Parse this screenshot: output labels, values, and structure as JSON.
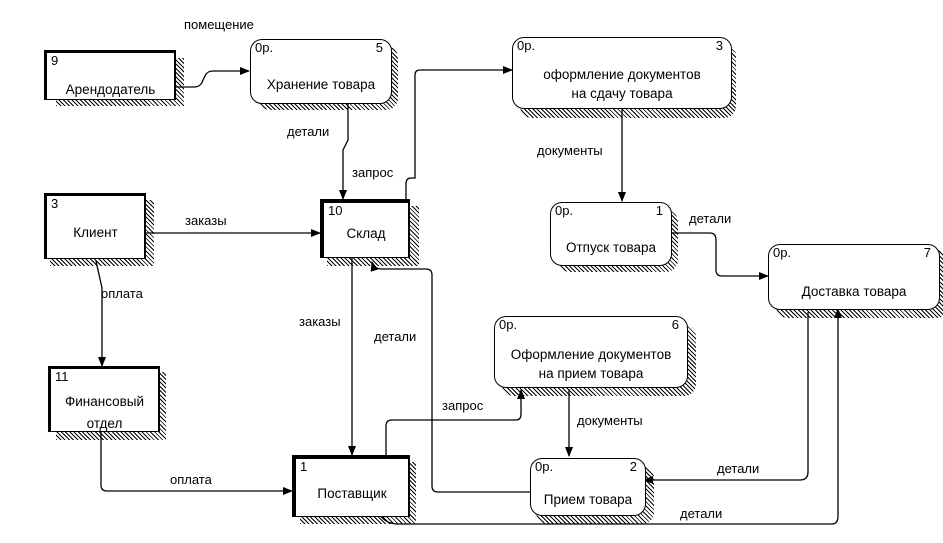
{
  "external_entities": [
    {
      "key": "arendodatel",
      "num": "9",
      "name": "Арендодатель"
    },
    {
      "key": "klient",
      "num": "3",
      "name": "Клиент"
    },
    {
      "key": "sklad",
      "num": "10",
      "name": "Склад"
    },
    {
      "key": "finotdel",
      "num": "11",
      "name_line1": "Финансовый",
      "name_line2": "отдел"
    },
    {
      "key": "postavshik",
      "num": "1",
      "name": "Поставщик"
    }
  ],
  "processes": [
    {
      "key": "hranenie",
      "ref": "0р.",
      "num": "5",
      "name": "Хранение товара"
    },
    {
      "key": "oformlenie_sdacha",
      "ref": "0р.",
      "num": "3",
      "name_line1": "оформление документов",
      "name_line2": "на сдачу товара"
    },
    {
      "key": "otpusk",
      "ref": "0р.",
      "num": "1",
      "name": "Отпуск товара"
    },
    {
      "key": "dostavka",
      "ref": "0р.",
      "num": "7",
      "name": "Доставка товара"
    },
    {
      "key": "oformlenie_priem",
      "ref": "0р.",
      "num": "6",
      "name_line1": "Оформление документов",
      "name_line2": "на прием товара"
    },
    {
      "key": "priem",
      "ref": "0р.",
      "num": "2",
      "name": "Прием товара"
    }
  ],
  "flow_labels": {
    "pomeshenie": "помещение",
    "detali_hranenie": "детали",
    "zapros_top": "запрос",
    "dokumenty_top": "документы",
    "detali_otpusk": "детали",
    "zakazy_klient": "заказы",
    "oplata_klient": "оплата",
    "zakazy_sklad": "заказы",
    "detali_sklad": "детали",
    "zapros_bottom": "запрос",
    "dokumenty_bottom": "документы",
    "oplata_fin": "оплата",
    "detali_dostavka": "детали",
    "detali_bottom": "детали"
  }
}
